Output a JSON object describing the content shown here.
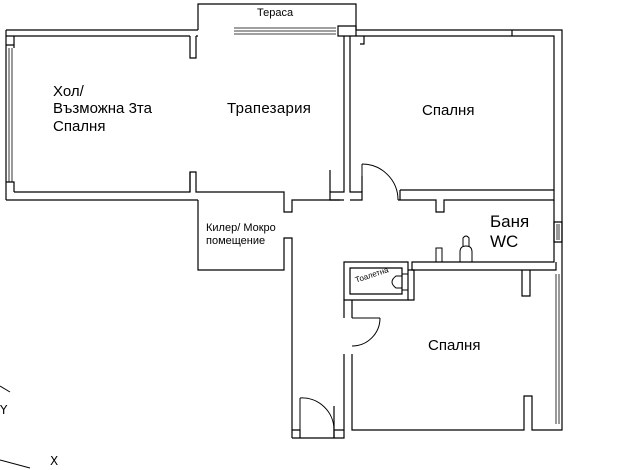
{
  "rooms": {
    "terrace": "Тераса",
    "hall": "Хол/\nВъзможна 3та\nСпалня",
    "dining": "Трапезария",
    "bedroom_top": "Спалня",
    "bathroom": "Баня\nWC",
    "storage": "Килер/ Мокро\nпомещение",
    "toilet": "Тоалетна",
    "bedroom_bottom": "Спалня"
  },
  "axis_marks": {
    "y": "Y",
    "x": "X"
  },
  "colors": {
    "line": "#000000",
    "background": "#ffffff"
  }
}
